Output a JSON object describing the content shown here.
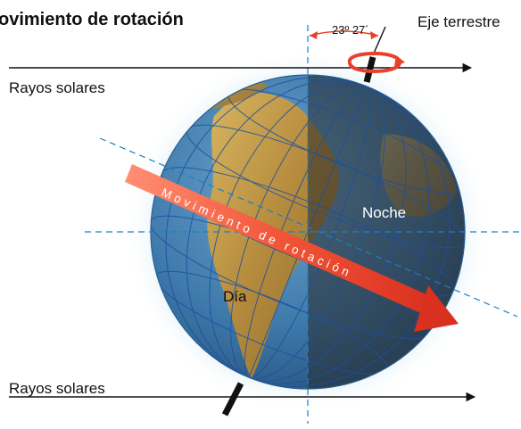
{
  "diagram": {
    "title": "ovimiento de rotación",
    "earth_axis_label": "Eje terrestre",
    "tilt_angle_label": "23º 27´",
    "sun_rays_top_label": "Rayos solares",
    "sun_rays_bottom_label": "Rayos solares",
    "night_label": "Noche",
    "day_label": "Día",
    "rotation_band_text": "Movimiento de rotación",
    "colors": {
      "ocean": "#2f6fa0",
      "land": "#c9a24a",
      "night_shade": "#2a2a2a",
      "grid_lines": "#1e4fa0",
      "rotation_arrow": "#e8402a",
      "dashed_lines": "#1f7fc4",
      "text": "#111111"
    }
  }
}
